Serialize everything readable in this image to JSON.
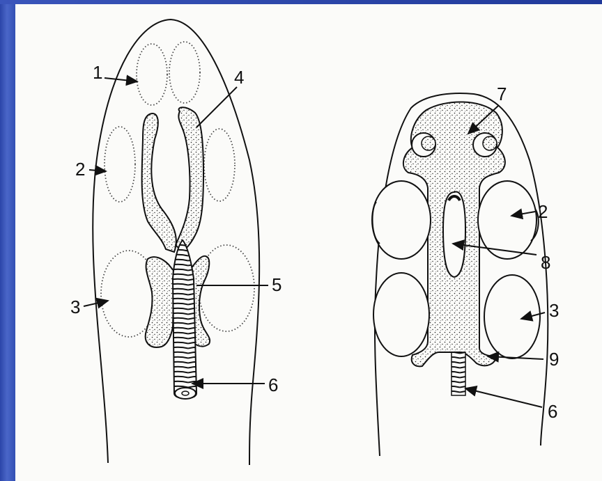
{
  "left_figure": {
    "labels": {
      "l1": "1",
      "l2": "2",
      "l3": "3",
      "l4": "4",
      "l5": "5",
      "l6": "6"
    }
  },
  "right_figure": {
    "labels": {
      "l7": "7",
      "l2": "2",
      "l8": "8",
      "l3": "3",
      "l9": "9",
      "l6": "6"
    }
  },
  "colors": {
    "frame": "#3350b4",
    "paper": "#fbfbf9",
    "ink": "#111111"
  }
}
